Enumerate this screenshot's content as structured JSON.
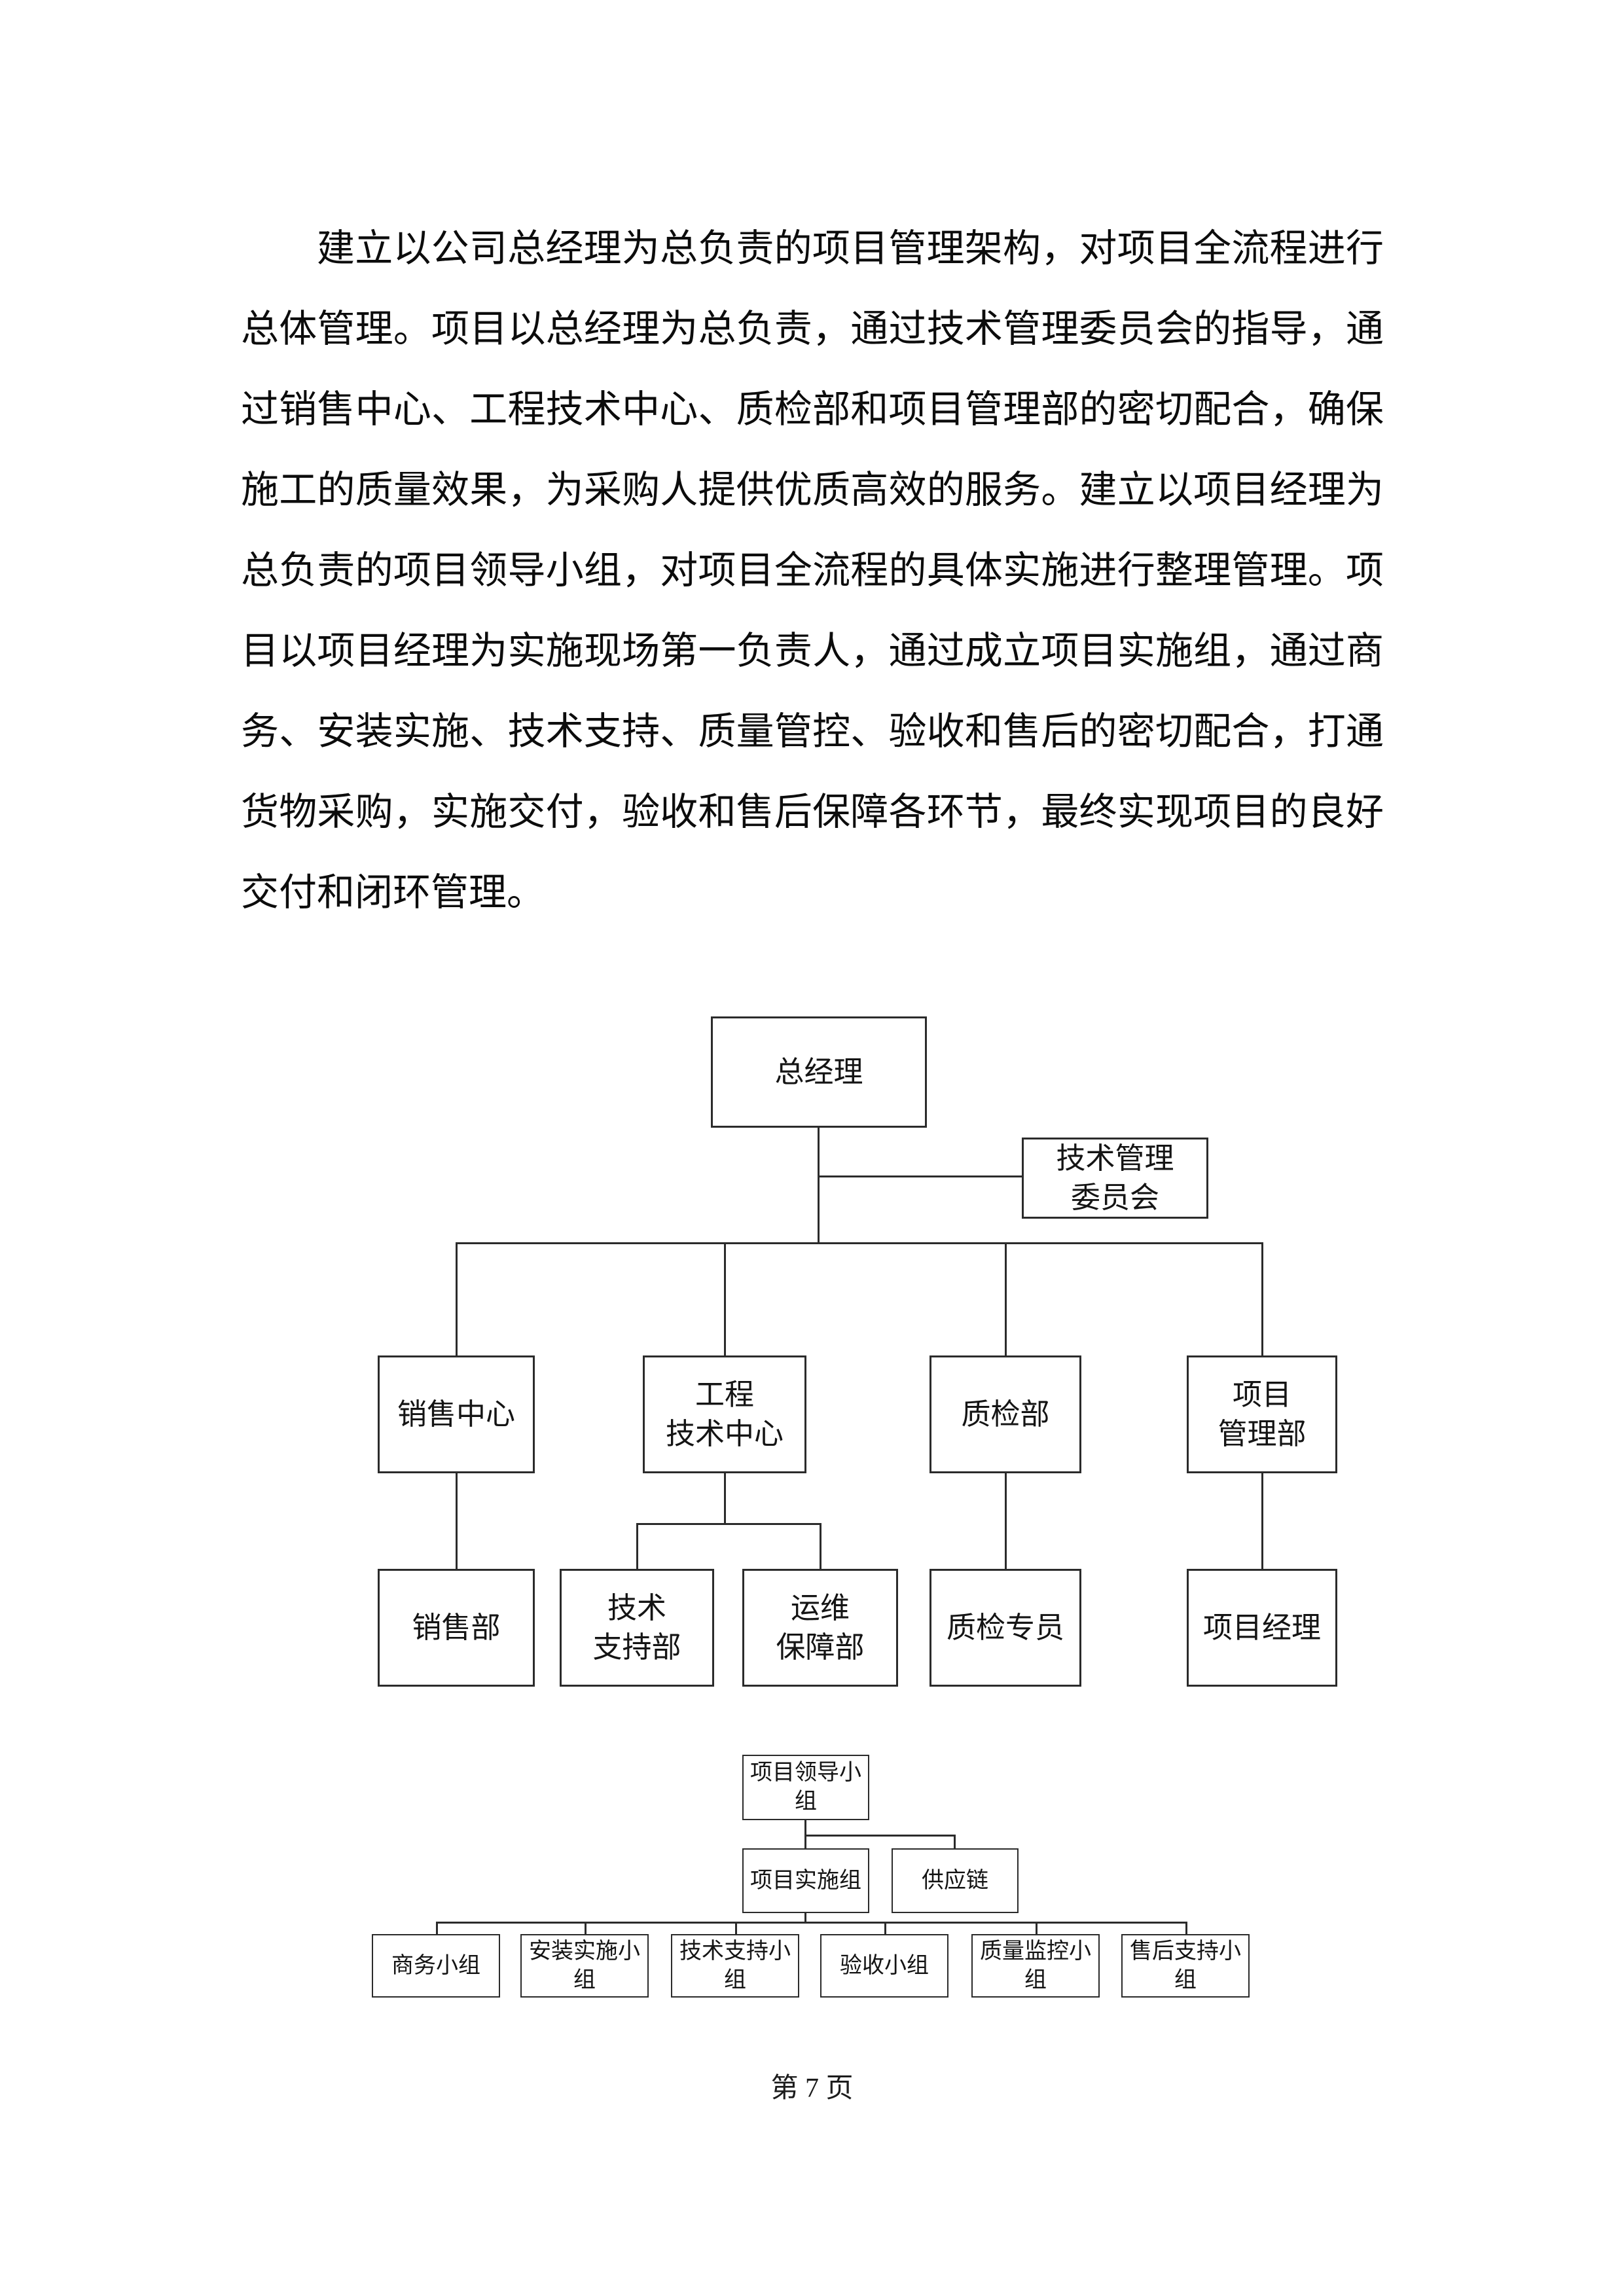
{
  "paragraph": {
    "lines": [
      "建立以公司总经理为总负责的项目管理架构，对项目全流程进行",
      "总体管理。项目以总经理为总负责，通过技术管理委员会的指导，通",
      "过销售中心、工程技术中心、质检部和项目管理部的密切配合，确保",
      "施工的质量效果，为采购人提供优质高效的服务。建立以项目经理为",
      "总负责的项目领导小组，对项目全流程的具体实施进行整理管理。项",
      "目以项目经理为实施现场第一负责人，通过成立项目实施组，通过商",
      "务、安装实施、技术支持、质量管控、验收和售后的密切配合，打通",
      "货物采购，实施交付，验收和售后保障各环节，最终实现项目的良好",
      "交付和闭环管理。"
    ]
  },
  "chart1": {
    "nodes": {
      "general_manager": "总经理",
      "tech_committee": "技术管理\n委员会",
      "sales_center": "销售中心",
      "engineering_center": "工程\n技术中心",
      "qc_department": "质检部",
      "pm_department": "项目\n管理部",
      "sales_department": "销售部",
      "tech_support_department": "技术\n支持部",
      "om_support_department": "运维\n保障部",
      "qc_specialist": "质检专员",
      "project_manager": "项目经理"
    }
  },
  "chart2": {
    "nodes": {
      "leading_group": "项目领导小组",
      "implementation_group": "项目实施组",
      "supply_chain": "供应链",
      "business_team": "商务小组",
      "installation_team": "安装实施小组",
      "tech_support_team": "技术支持小组",
      "acceptance_team": "验收小组",
      "quality_monitor_team": "质量监控小组",
      "after_sales_team": "售后支持小组"
    }
  },
  "footer": {
    "page_label": "第 7 页"
  }
}
